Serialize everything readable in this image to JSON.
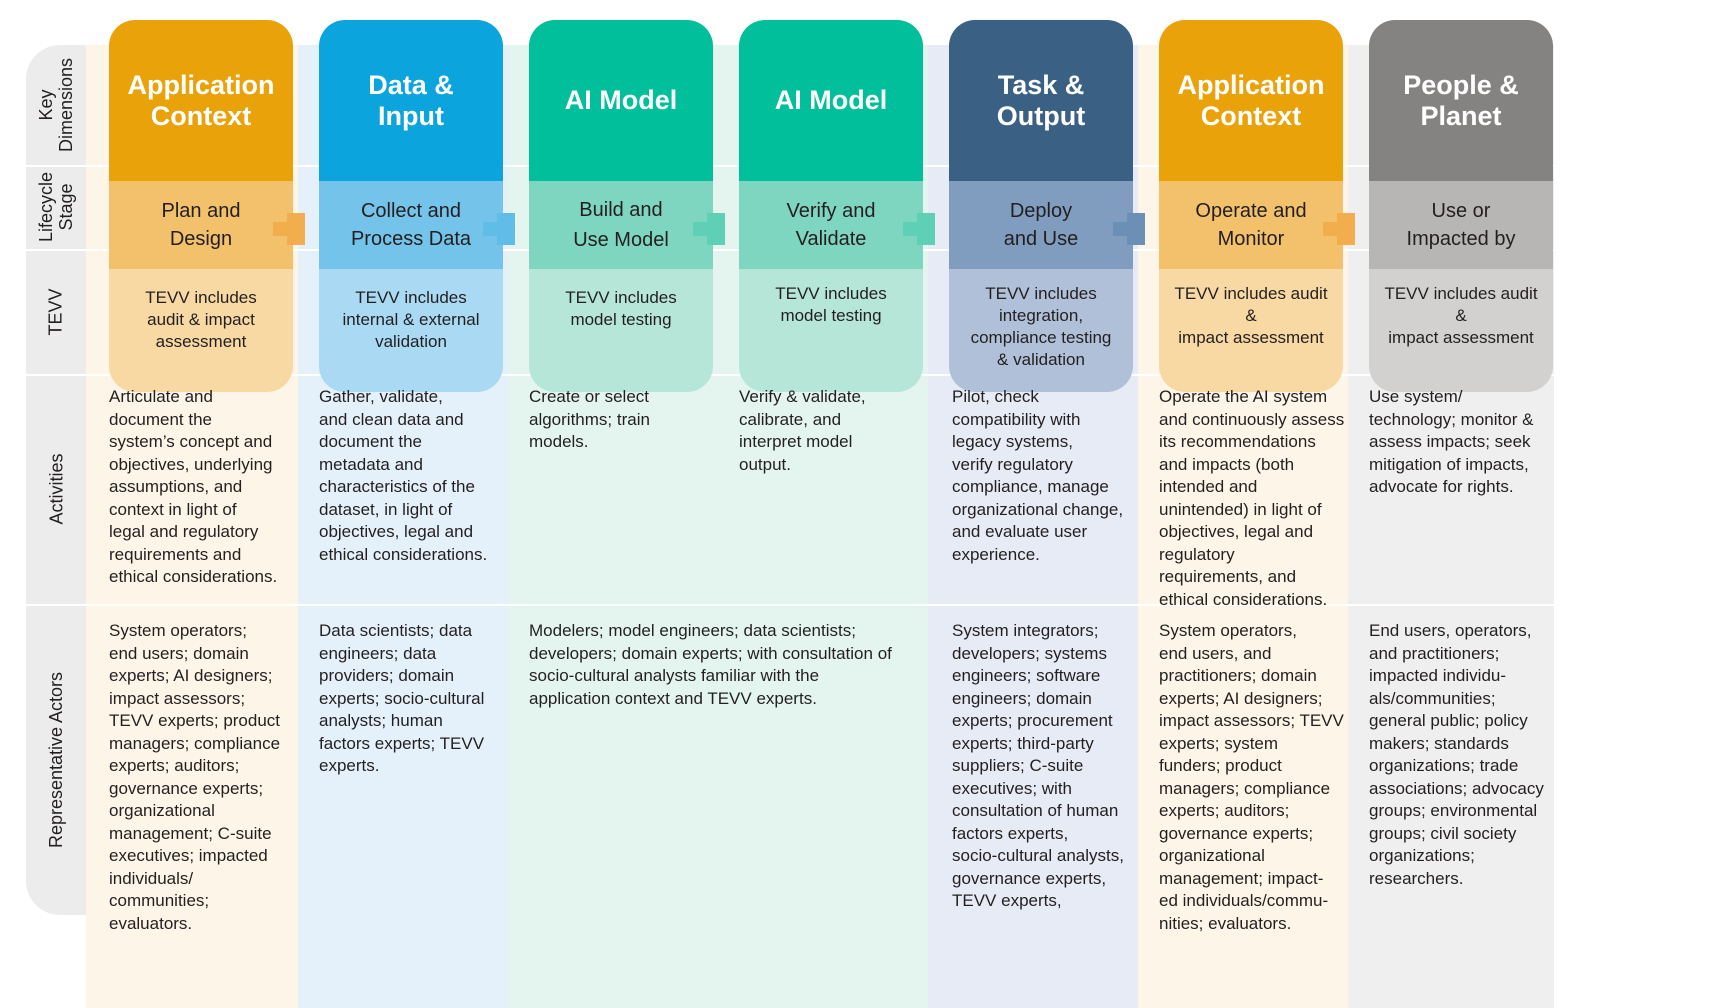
{
  "row_labels": {
    "key_dimensions": "Key\nDimensions",
    "lifecycle_stage": "Lifecycle\nStage",
    "tevv": "TEVV",
    "activities": "Activities",
    "representative_actors": "Representative Actors"
  },
  "columns": [
    {
      "dimension": "Application\nContext",
      "stage": "Plan and\nDesign",
      "tevv": "TEVV includes\naudit & impact\nassessment",
      "activities": "Articulate and\ndocument the\nsystem’s concept and\nobjectives, underlying\nassumptions, and\ncontext in light of\nlegal and regulatory\nrequirements and\nethical considerations.",
      "actors": "System operators;\nend users; domain\nexperts; AI designers;\nimpact assessors;\nTEVV experts; product\nmanagers; compliance\nexperts; auditors;\ngovernance experts;\norganizational\nmanagement; C-suite\nexecutives; impacted\nindividuals/\ncommunities;\nevaluators.",
      "colors": {
        "dim": "#e9a209",
        "stage": "#f3c06b",
        "tevv": "#f8d8a3",
        "bg": "#fdf6e8",
        "arrow": "#f2ad4c"
      }
    },
    {
      "dimension": "Data &\nInput",
      "stage": "Collect and\nProcess Data",
      "tevv": "TEVV includes\ninternal & external\nvalidation",
      "activities": "Gather, validate,\nand clean data and\ndocument the\nmetadata and\ncharacteristics of the\ndataset, in light of\nobjectives, legal and\nethical considerations.",
      "actors": "Data scientists; data\nengineers; data\nproviders; domain\nexperts; socio-cultural\nanalysts; human\nfactors experts; TEVV\nexperts.",
      "colors": {
        "dim": "#0ba4dc",
        "stage": "#74c3ea",
        "tevv": "#a9d9f3",
        "bg": "#e5f1fa",
        "arrow": "#5fbde8"
      }
    },
    {
      "dimension": "AI Model",
      "stage": "Build and\nUse Model",
      "tevv": "TEVV includes\nmodel testing",
      "activities": "Create or select\nalgorithms; train\nmodels.",
      "actors": "Modelers; model engineers; data scientists;\ndevelopers; domain experts; with consultation of\nsocio-cultural analysts familiar with the\napplication context and TEVV experts.",
      "colors": {
        "dim": "#00bf9a",
        "stage": "#7fd6c0",
        "tevv": "#b6e6d8",
        "bg": "#e4f5ef",
        "arrow": "#5fd0b6"
      }
    },
    {
      "dimension": "AI Model",
      "stage": "Verify and\nValidate",
      "tevv": "TEVV includes\nmodel testing",
      "activities": "Verify & validate,\ncalibrate, and\ninterpret model\noutput.",
      "actors": "",
      "colors": {
        "dim": "#00bf9a",
        "stage": "#7fd6c0",
        "tevv": "#b6e6d8",
        "bg": "#e4f5ef",
        "arrow": "#5fd0b6"
      }
    },
    {
      "dimension": "Task &\nOutput",
      "stage": "Deploy\nand Use",
      "tevv": "TEVV includes\nintegration,\ncompliance testing\n& validation",
      "activities": "Pilot, check\ncompatibility with\nlegacy systems,\nverify regulatory\ncompliance, manage\norganizational change,\nand evaluate user\nexperience.",
      "actors": "System integrators;\ndevelopers; systems\nengineers; software\nengineers; domain\nexperts; procurement\nexperts; third-party\nsuppliers; C-suite\nexecutives; with\nconsultation of human\nfactors experts,\nsocio-cultural analysts,\ngovernance experts,\nTEVV experts,",
      "colors": {
        "dim": "#3a6083",
        "stage": "#809dbf",
        "tevv": "#b0c0d8",
        "bg": "#e6ebf5",
        "arrow": "#6b8fb5"
      }
    },
    {
      "dimension": "Application\nContext",
      "stage": "Operate and\nMonitor",
      "tevv": "TEVV includes audit\n&\nimpact assessment",
      "activities": "Operate the AI system\nand continuously assess\nits recommendations\nand impacts (both\nintended and\nunintended) in light of\nobjectives, legal and\nregulatory\nrequirements, and\nethical considerations.",
      "actors": "System operators,\nend users, and\npractitioners; domain\nexperts; AI designers;\nimpact assessors; TEVV\nexperts; system\nfunders; product\nmanagers; compliance\nexperts; auditors;\ngovernance experts;\norganizational\nmanagement; impact-\ned individuals/commu-\nnities; evaluators.",
      "colors": {
        "dim": "#e9a209",
        "stage": "#f3c06b",
        "tevv": "#f8d8a3",
        "bg": "#fdf6e8",
        "arrow": "#f2ad4c"
      }
    },
    {
      "dimension": "People &\nPlanet",
      "stage": "Use or\nImpacted by",
      "tevv": "TEVV includes audit\n&\nimpact assessment",
      "activities": "Use system/\ntechnology; monitor &\nassess impacts; seek\nmitigation of impacts,\nadvocate for rights.",
      "actors": "End users, operators,\nand practitioners;\nimpacted individu-\nals/communities;\ngeneral public; policy\nmakers; standards\norganizations; trade\nassociations; advocacy\ngroups; environmental\ngroups; civil society\norganizations;\nresearchers.",
      "colors": {
        "dim": "#858382",
        "stage": "#b8b6b5",
        "tevv": "#d2d1d0",
        "bg": "#efefef",
        "arrow": "#f2ad4c"
      }
    }
  ]
}
